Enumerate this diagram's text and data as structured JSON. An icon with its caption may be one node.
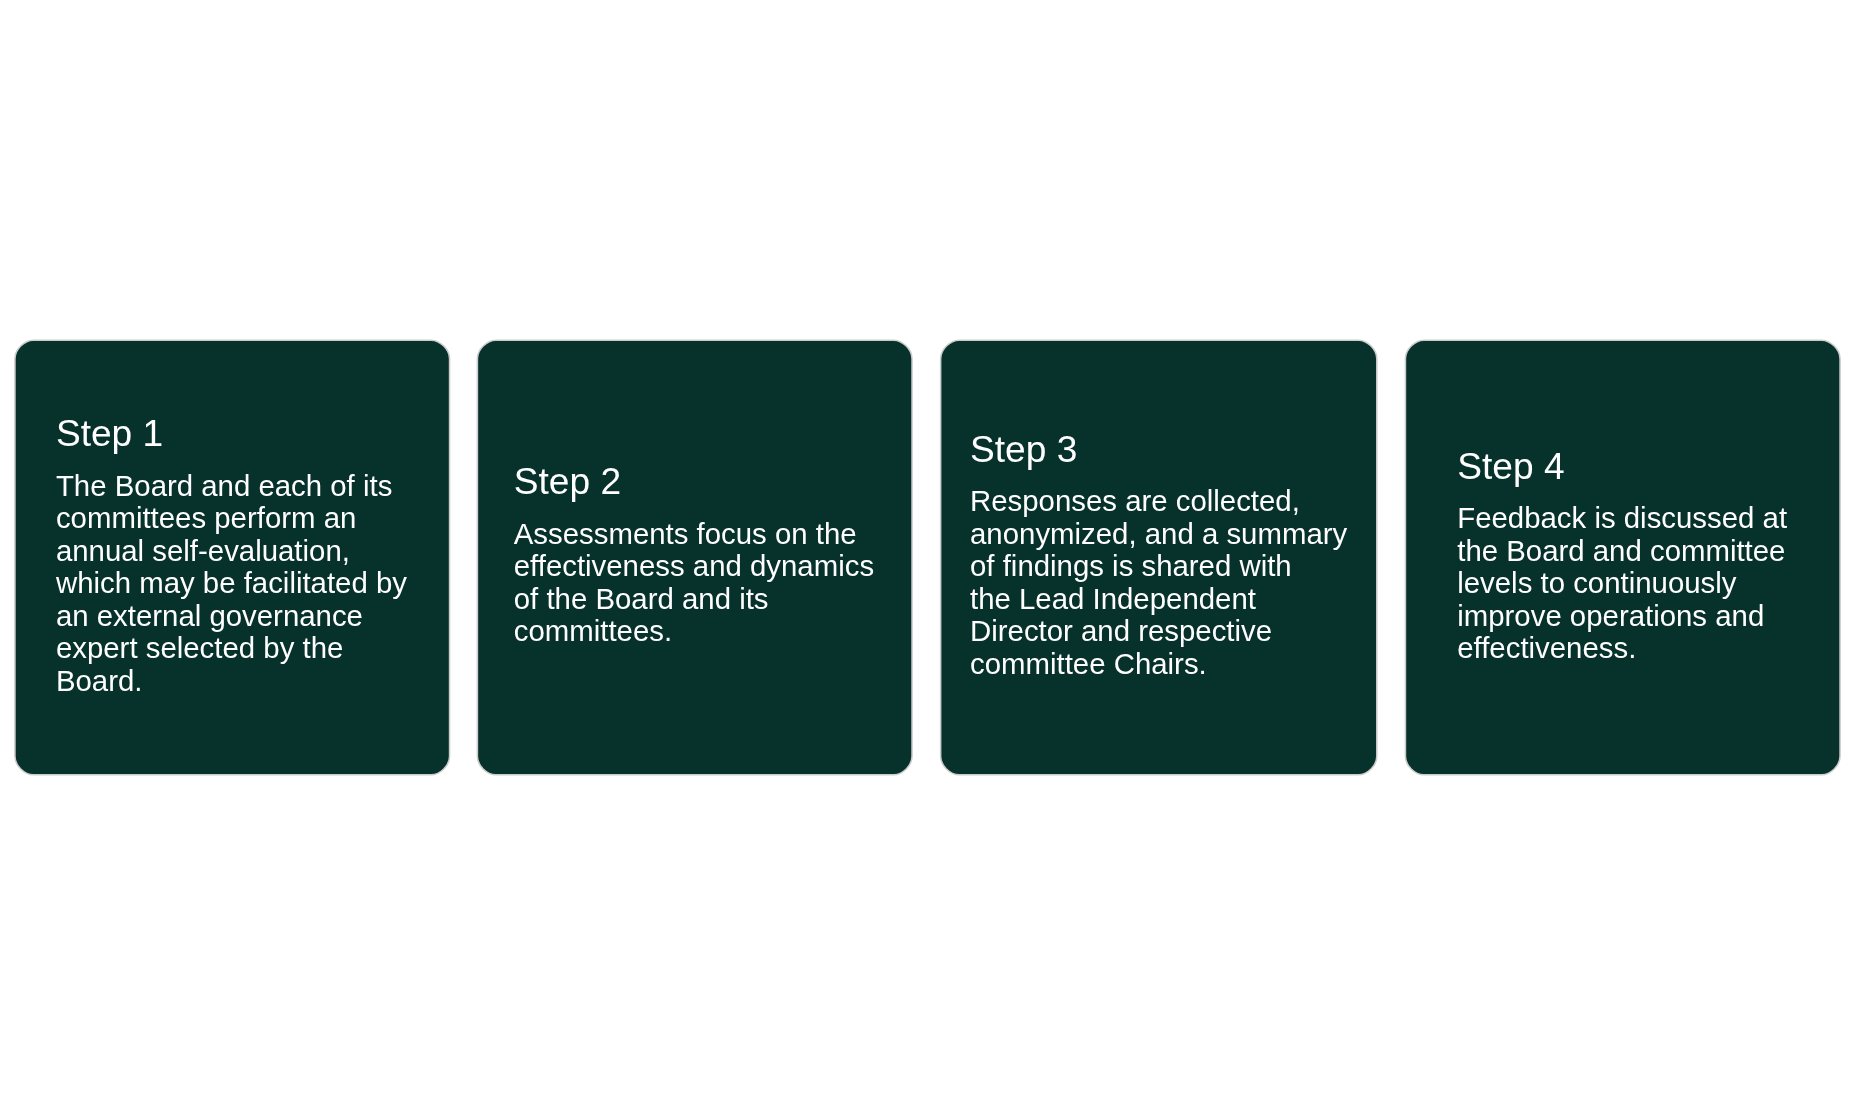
{
  "diagram": {
    "nodes": [
      {
        "text": [
          "Step 1",
          "The Board and each of its committees perform an annual self-evaluation, which may be facilitated by an external governance expert selected by the Board."
        ]
      },
      {
        "text": [
          "Step 2",
          "Assessments focus on the effectiveness and dynamics of the Board and its committees."
        ]
      },
      {
        "text": [
          "Step 3",
          "Responses are collected, anonymized, and a summary of findings is shared with the Lead Independent Director and respective committee Chairs."
        ]
      },
      {
        "text": [
          "Step 4",
          "Feedback is discussed at the Board and committee levels to continuously improve operations and effectiveness."
        ]
      }
    ]
  }
}
